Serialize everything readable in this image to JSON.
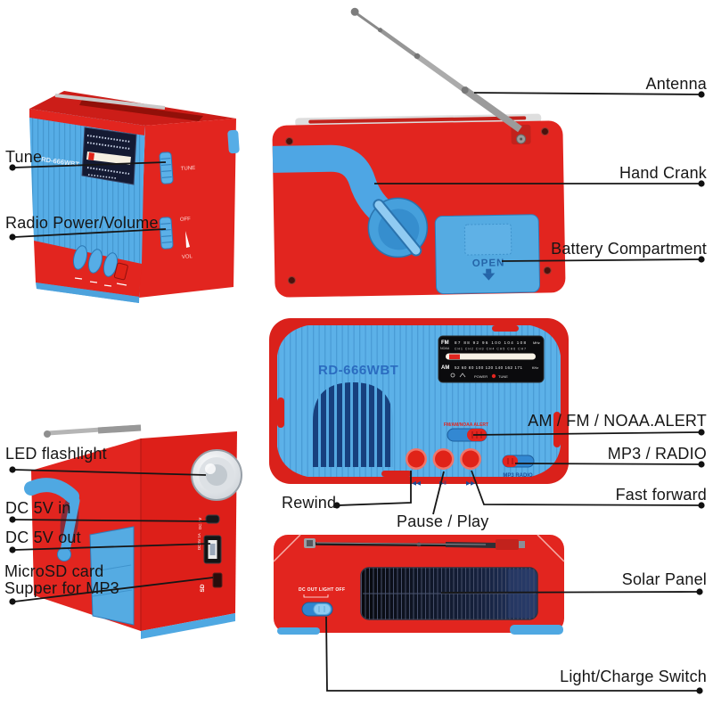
{
  "colors": {
    "body_red": "#e2251f",
    "panel_blue": "#56ade6",
    "navy": "#17407e",
    "dial_black": "#0b0b0d",
    "annotation_black": "#161616"
  },
  "annotations": {
    "tune": "Tune",
    "radio_power_volume": "Radio Power/Volume",
    "led_flashlight": "LED flashlight",
    "dc_5v_in": "DC 5V in",
    "dc_5v_out": "DC 5V out",
    "microsd_line1": "MicroSD card",
    "microsd_line2": "Supper for MP3",
    "rewind": "Rewind",
    "pause_play": "Pause / Play",
    "antenna": "Antenna",
    "hand_crank": "Hand Crank",
    "battery_compartment": "Battery Compartment",
    "am_fm_noaa_alert": "AM / FM / NOAA.ALERT",
    "mp3_radio": "MP3 / RADIO",
    "fast_forward": "Fast forward",
    "solar_panel": "Solar Panel",
    "light_charge_switch": "Light/Charge Switch"
  },
  "device": {
    "model": "RD-666WBT",
    "dial": {
      "fm": "FM",
      "noaa": "NOAA",
      "fm_scale": "87 88 92 96 100 104 108",
      "mhz": "MHz",
      "ch_scale": "CH1 CH2 CH3 CH4 CH5 CH6 CH7",
      "am": "AM",
      "am_scale": "52 60 80 100 120 140 162 171",
      "khz": "KHz",
      "power": "POWER",
      "tune": "TUNE"
    },
    "band_switch_label": "FM/AM/NOAA ALERT",
    "mp3_radio_switch_label": "MP3 RADIO",
    "open": "OPEN",
    "side": {
      "tune": "TUNE",
      "off": "OFF",
      "vol": "VOL"
    },
    "ports": {
      "dc_in": "DC 5V",
      "dc_out": "DC 5V 1A",
      "sd": "SD"
    },
    "top": {
      "switch_label": "DC OUT  LIGHT  OFF"
    }
  },
  "icons": {
    "rewind": "◀◀",
    "pause_play": "▶‖",
    "fast_forward": "▶▶"
  }
}
